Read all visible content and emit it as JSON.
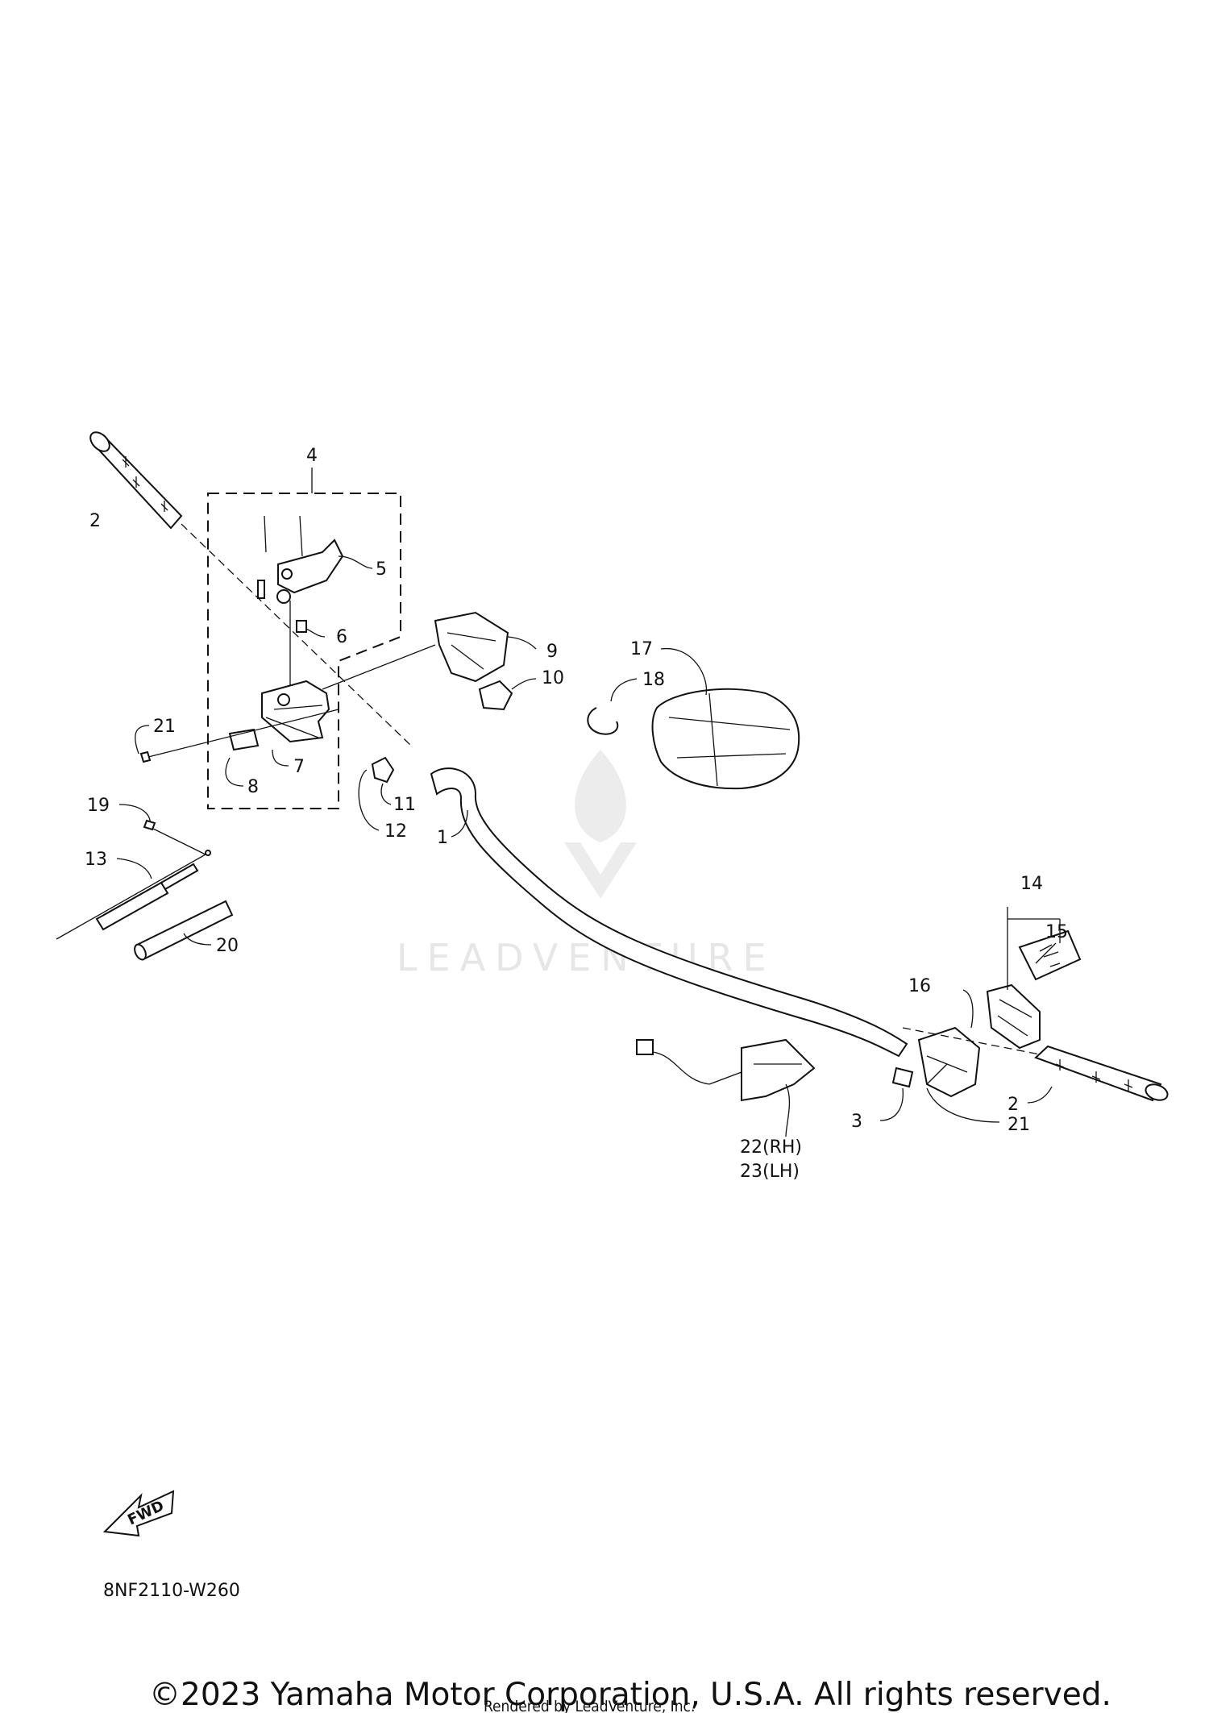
{
  "diagram": {
    "callouts": [
      {
        "id": "c4",
        "text": "4"
      },
      {
        "id": "c2a",
        "text": "2"
      },
      {
        "id": "c5",
        "text": "5"
      },
      {
        "id": "c6",
        "text": "6"
      },
      {
        "id": "c9",
        "text": "9"
      },
      {
        "id": "c10",
        "text": "10"
      },
      {
        "id": "c17",
        "text": "17"
      },
      {
        "id": "c18",
        "text": "18"
      },
      {
        "id": "c21a",
        "text": "21"
      },
      {
        "id": "c7",
        "text": "7"
      },
      {
        "id": "c8",
        "text": "8"
      },
      {
        "id": "c11",
        "text": "11"
      },
      {
        "id": "c12",
        "text": "12"
      },
      {
        "id": "c1",
        "text": "1"
      },
      {
        "id": "c19",
        "text": "19"
      },
      {
        "id": "c13",
        "text": "13"
      },
      {
        "id": "c20",
        "text": "20"
      },
      {
        "id": "c14",
        "text": "14"
      },
      {
        "id": "c15",
        "text": "15"
      },
      {
        "id": "c16",
        "text": "16"
      },
      {
        "id": "c2b",
        "text": "2"
      },
      {
        "id": "c3",
        "text": "3"
      },
      {
        "id": "c21b",
        "text": "21"
      },
      {
        "id": "c22",
        "text": "22(RH)"
      },
      {
        "id": "c23",
        "text": "23(LH)"
      }
    ],
    "fwd_label": "FWD",
    "diagram_code": "8NF2110-W260",
    "watermark": "LEADVENTURE",
    "copyright": "©2023 Yamaha Motor Corporation, U.S.A. All rights reserved.",
    "rendered_by": "Rendered by LeadVenture, Inc."
  }
}
